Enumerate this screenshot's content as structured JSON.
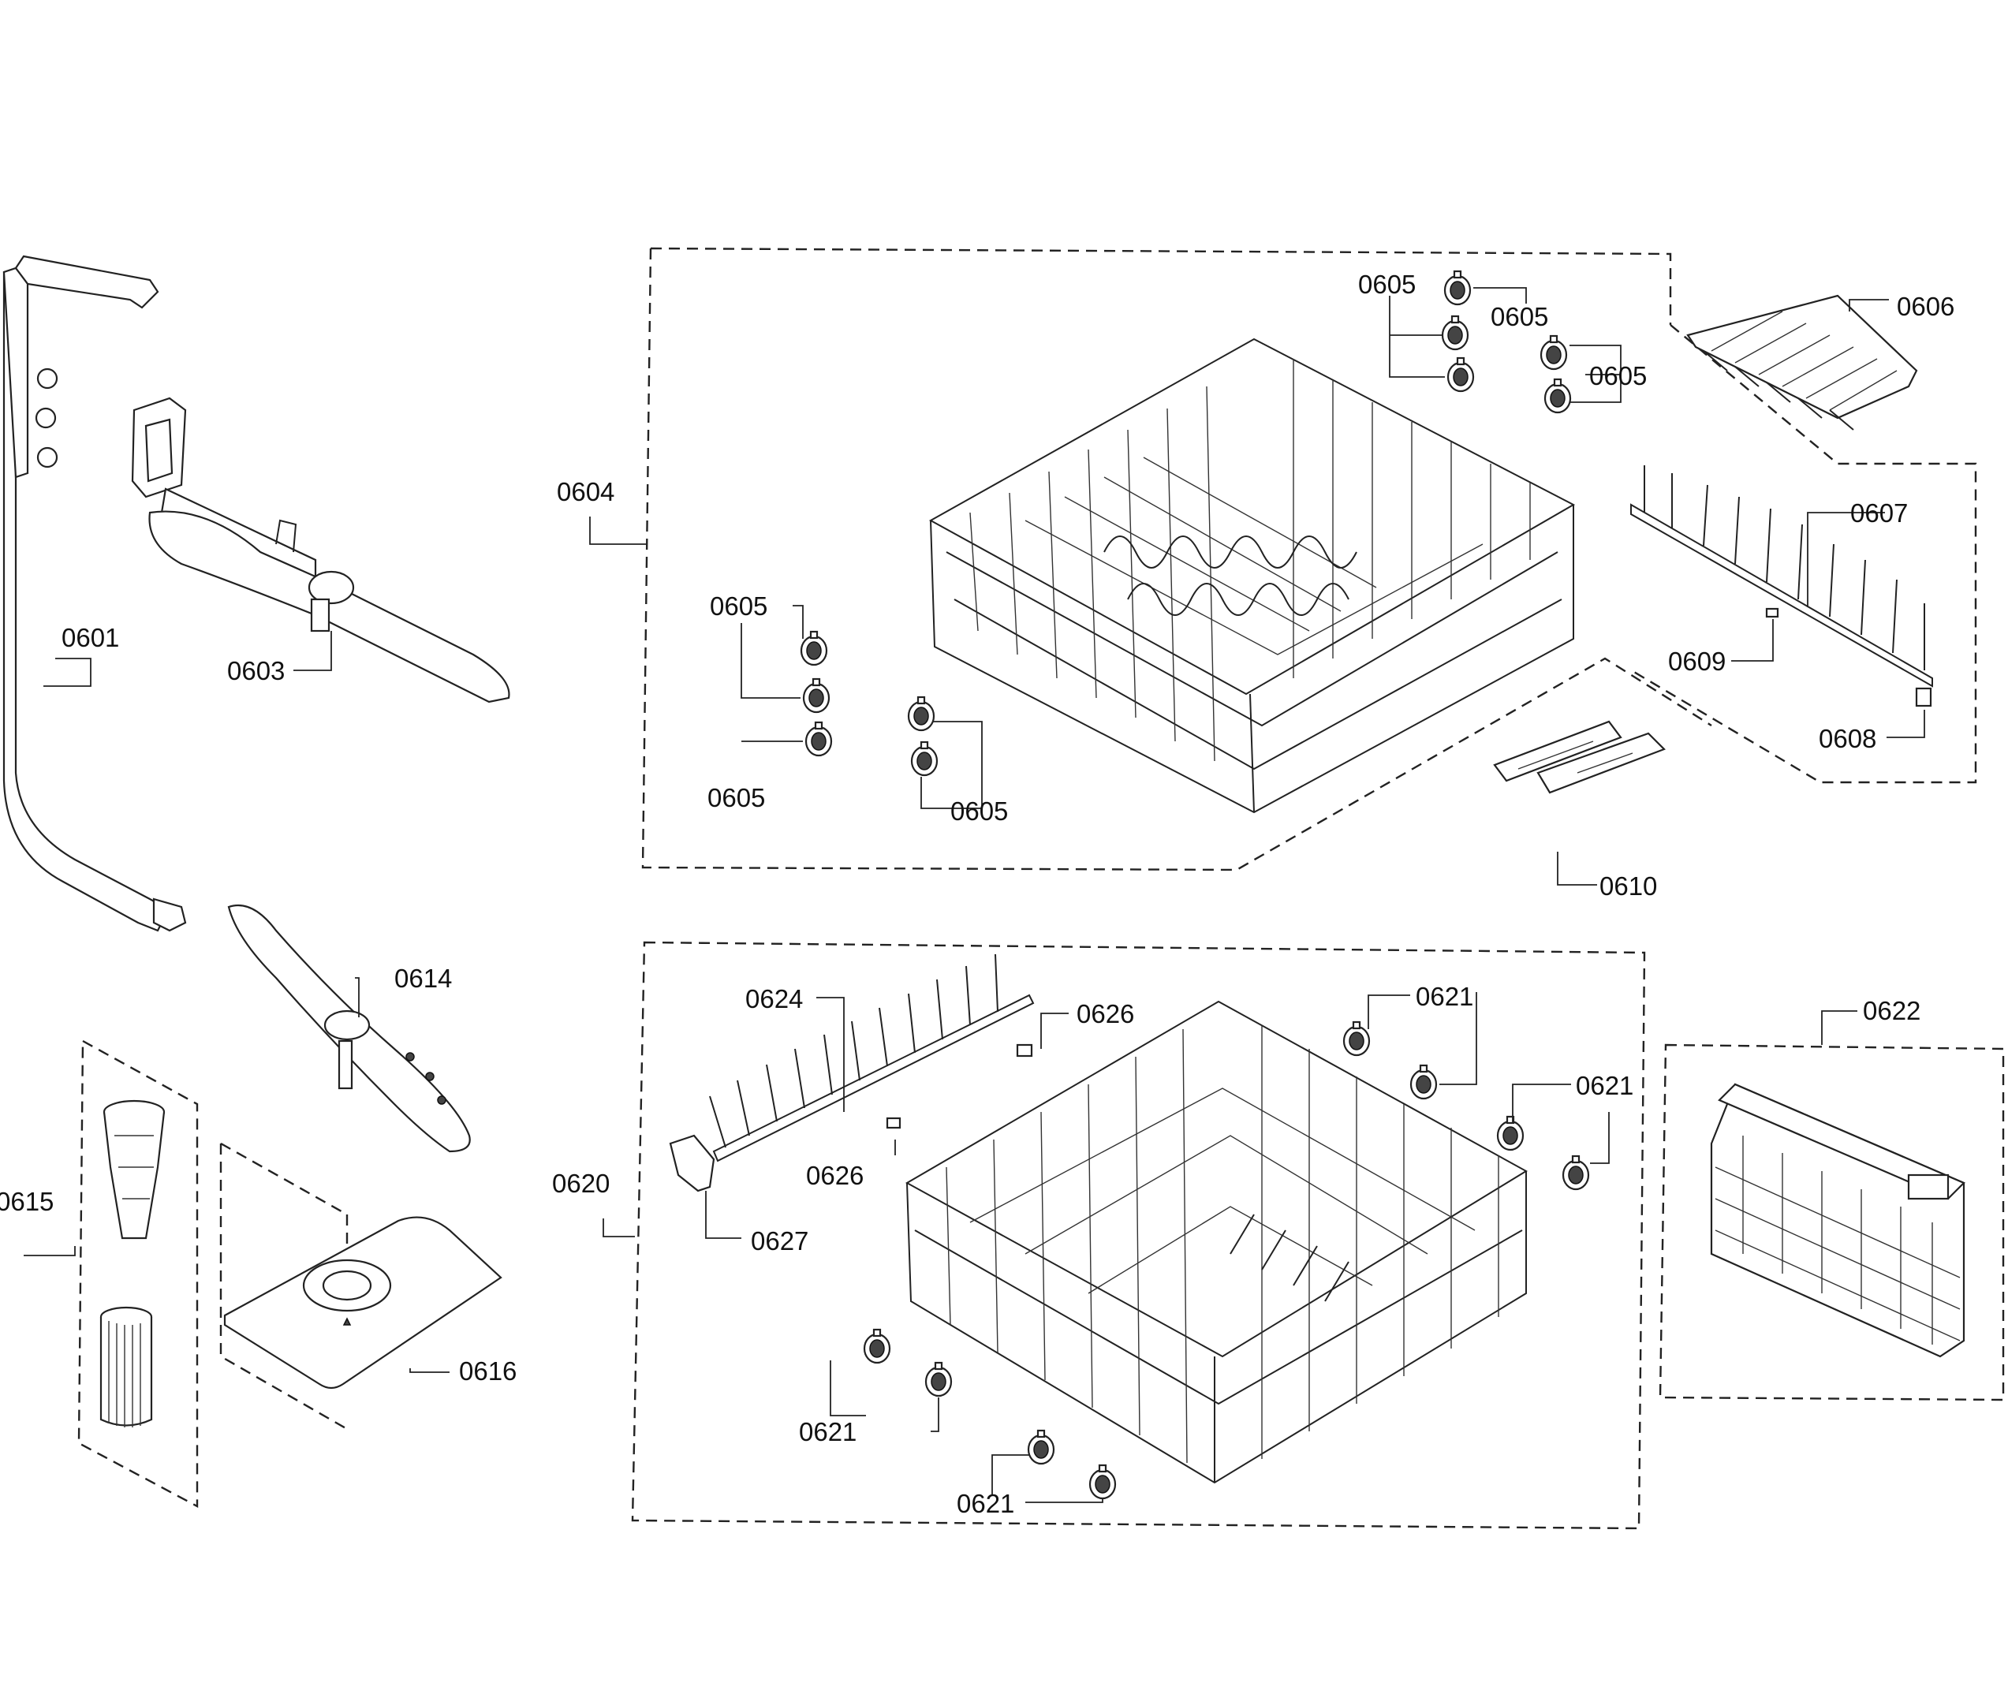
{
  "labels": {
    "p0601": "0601",
    "p0603": "0603",
    "p0604": "0604",
    "p0605a": "0605",
    "p0605b": "0605",
    "p0605c": "0605",
    "p0605d": "0605",
    "p0605e": "0605",
    "p0605f": "0605",
    "p0606": "0606",
    "p0607": "0607",
    "p0608": "0608",
    "p0609": "0609",
    "p0610": "0610",
    "p0614": "0614",
    "p0615": "0615",
    "p0616": "0616",
    "p0620": "0620",
    "p0621a": "0621",
    "p0621b": "0621",
    "p0621c": "0621",
    "p0621d": "0621",
    "p0622": "0622",
    "p0624": "0624",
    "p0626a": "0626",
    "p0626b": "0626",
    "p0627": "0627"
  },
  "icons": [
    "spray-arm",
    "supply-tube",
    "roller-wheel",
    "wire-rack",
    "cutlery-basket",
    "filter"
  ]
}
